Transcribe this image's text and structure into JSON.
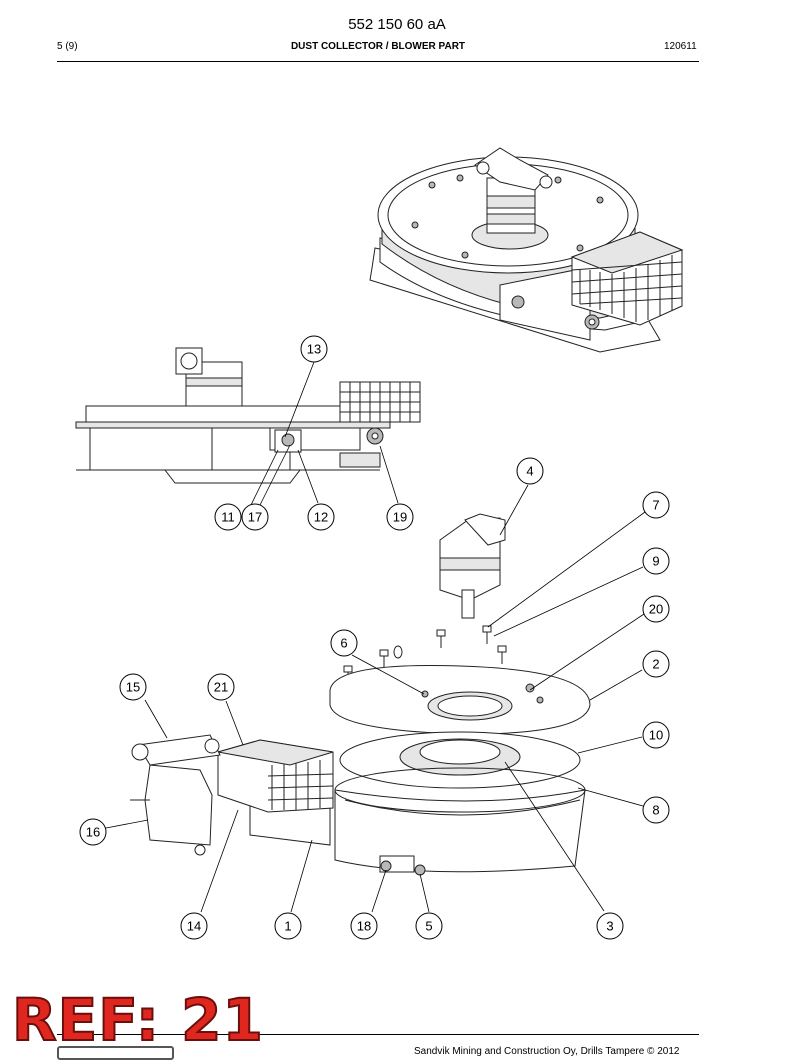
{
  "header": {
    "doc_number": "552 150 60 aA",
    "page": "5 (9)",
    "title": "DUST COLLECTOR / BLOWER PART",
    "date": "120611"
  },
  "footer": {
    "text": "Sandvik Mining and Construction Oy, Drills Tampere © 2012"
  },
  "stamp": {
    "text": "REF: 21",
    "color": "#e0271f"
  },
  "callouts": [
    "13",
    "11",
    "17",
    "12",
    "19",
    "4",
    "7",
    "9",
    "20",
    "6",
    "2",
    "15",
    "21",
    "10",
    "8",
    "16",
    "14",
    "1",
    "18",
    "5",
    "3"
  ]
}
